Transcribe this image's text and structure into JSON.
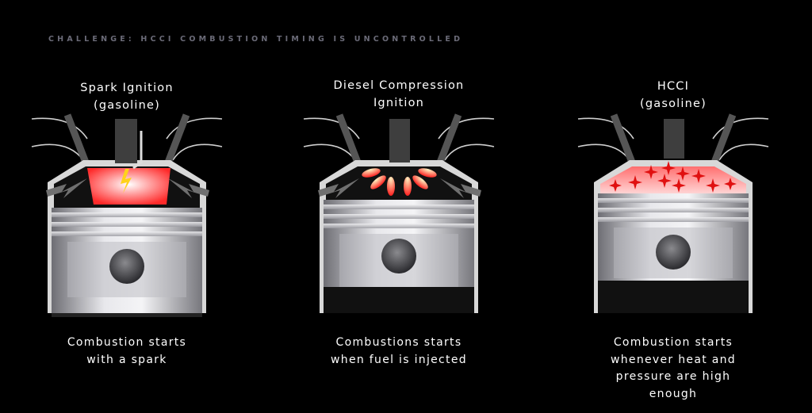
{
  "kicker": "CHALLENGE: HCCI COMBUSTION TIMING IS UNCONTROLLED",
  "panels": [
    {
      "title": "Spark Ignition\n(gasoline)",
      "caption": "Combustion starts\nwith a spark"
    },
    {
      "title": "Diesel Compression\nIgnition",
      "caption": "Combustions starts\nwhen fuel is injected"
    },
    {
      "title": "HCCI\n(gasoline)",
      "caption": "Combustion starts\nwhenever heat and\npressure are high\nenough"
    }
  ],
  "colors": {
    "background": "#000000",
    "flame": "#ff2a2a",
    "spark": "#ffd21a",
    "kicker": "#6b6b78"
  }
}
